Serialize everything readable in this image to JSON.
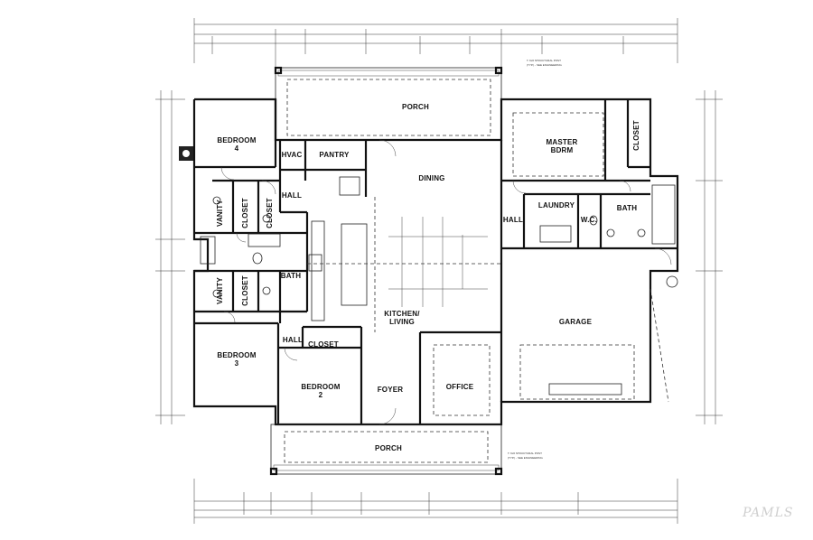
{
  "rooms": {
    "porch_rear": "PORCH",
    "bedroom4": "BEDROOM",
    "bedroom4_num": "4",
    "hvac": "HVAC",
    "pantry": "PANTRY",
    "master": "MASTER",
    "master2": "BDRM",
    "closet_master": "CLOSET",
    "dining": "DINING",
    "hall_left": "HALL",
    "vanity_upper": "VANITY",
    "closet_a": "CLOSET",
    "closet_b": "CLOSET",
    "hall_right": "HALL",
    "laundry": "LAUNDRY",
    "wc": "W.C.",
    "bath_master": "BATH",
    "bath_mid": "BATH",
    "vanity_lower": "VANITY",
    "closet_c": "CLOSET",
    "kitchen": "KITCHEN/",
    "kitchen2": "LIVING",
    "garage": "GARAGE",
    "hall_lower": "HALL",
    "closet_d": "CLOSET",
    "bedroom3": "BEDROOM",
    "bedroom3_num": "3",
    "bedroom2": "BEDROOM",
    "bedroom2_num": "2",
    "foyer": "FOYER",
    "office": "OFFICE",
    "porch_front": "PORCH"
  },
  "notes": {
    "post_top": "T. 6x6 STRUCTURAL POST",
    "post_top2": "(TYP.) - SEE ENGINEERING",
    "post_bottom": "T. 6x6 STRUCTURAL POST",
    "post_bottom2": "(TYP.) - SEE ENGINEERING"
  },
  "watermark": "PAMLS"
}
